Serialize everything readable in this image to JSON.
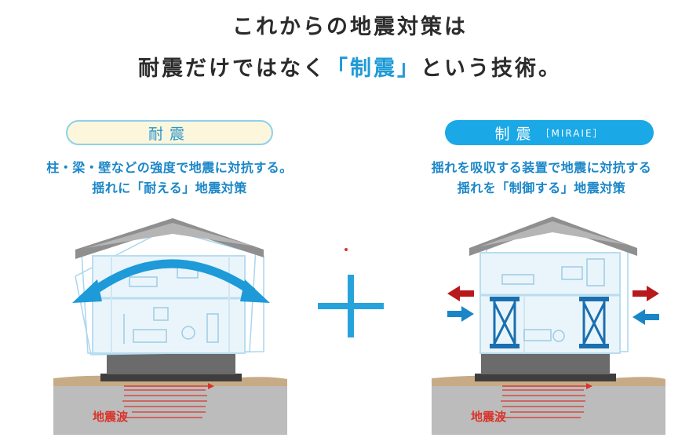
{
  "headline": {
    "line1": "これからの地震対策は",
    "line2_pre": "耐震だけではなく",
    "line2_accent": "「制震」",
    "line2_post": "という技術。"
  },
  "left_panel": {
    "badge": "耐震",
    "desc_line1": "柱・梁・壁などの強度で地震に対抗する。",
    "desc_line2": "揺れに「耐える」地震対策",
    "wave_label": "地震波"
  },
  "right_panel": {
    "badge": "制震",
    "badge_sub": "［MIRAIE］",
    "desc_line1": "揺れを吸収する装置で地震に対抗する",
    "desc_line2": "揺れを「制御する」地震対策",
    "wave_label": "地震波"
  },
  "colors": {
    "accent_blue": "#1f9ad6",
    "pill_blue": "#1aa8e6",
    "wave_red": "#d9342b",
    "arrow_red": "#b8191d",
    "arrow_blue": "#1a86c8",
    "plus_blue": "#27a3dc"
  }
}
